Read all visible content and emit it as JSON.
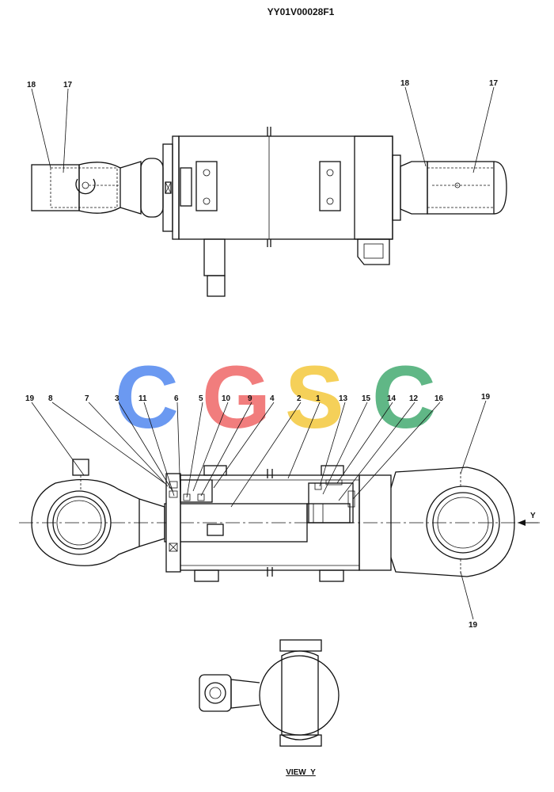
{
  "drawing_code": "YY01V00028F1",
  "view_label": "VIEW  Y",
  "arrow_label": "Y",
  "watermark": {
    "letters": [
      "C",
      "G",
      "S",
      "C"
    ],
    "colors": [
      "#5b8ff0",
      "#f07070",
      "#f4cc48",
      "#4fb07a"
    ]
  },
  "callouts_top": [
    "18",
    "17",
    "18",
    "17"
  ],
  "callouts_section": [
    "19",
    "8",
    "7",
    "3",
    "11",
    "6",
    "5",
    "10",
    "9",
    "4",
    "2",
    "1",
    "13",
    "15",
    "14",
    "12",
    "16",
    "19",
    "19"
  ]
}
